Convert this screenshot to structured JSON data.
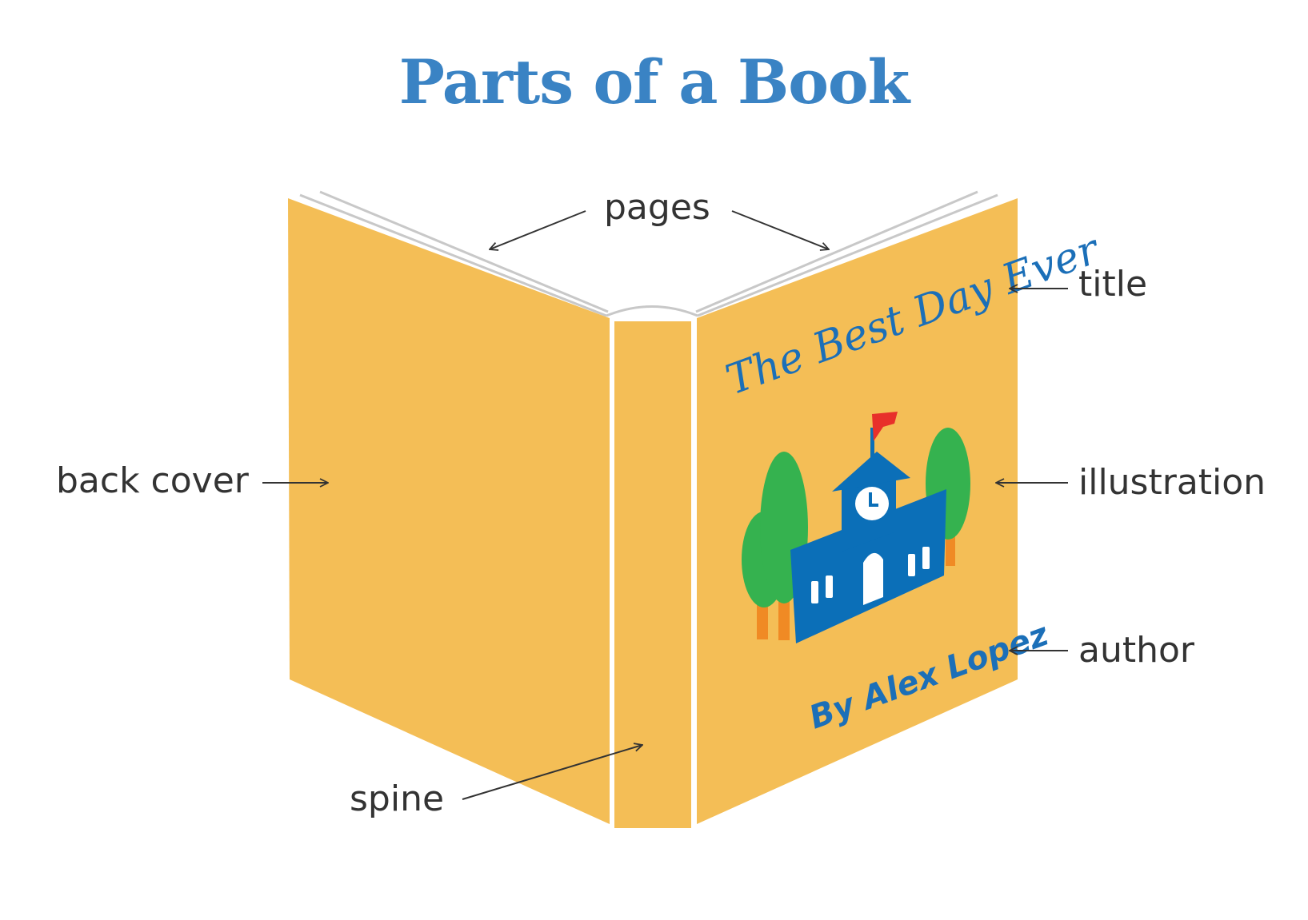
{
  "title": "Parts of a Book",
  "labels": {
    "pages": "pages",
    "title": "title",
    "back_cover": "back cover",
    "illustration": "illustration",
    "author": "author",
    "spine": "spine"
  },
  "book_cover": {
    "title": "The Best Day Ever",
    "author": "By Alex Lopez"
  },
  "colors": {
    "heading": "#3a83c4",
    "cover": "#f4be56",
    "cover_text": "#1b6fb8",
    "school": "#0b6fb8",
    "tree": "#35b24f",
    "trunk": "#f08a24",
    "flag": "#e8302a",
    "label_text": "#333333",
    "page_lines": "#c8c8c8"
  }
}
